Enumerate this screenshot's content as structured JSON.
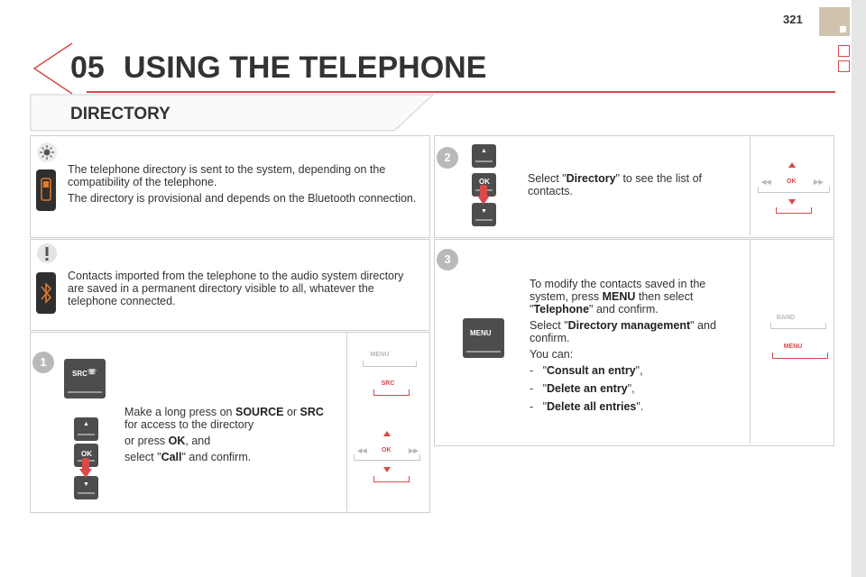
{
  "page": {
    "number": "321"
  },
  "header": {
    "chapter_number": "05",
    "chapter_title": "USING THE TELEPHONE",
    "section_title": "DIRECTORY"
  },
  "note_tip": {
    "p1": "The telephone directory is sent to the system, depending on the compatibility of the telephone.",
    "p2": "The directory is provisional and depends on the Bluetooth connection."
  },
  "note_warning": {
    "p1": "Contacts imported from the telephone to the audio system directory are saved in a permanent directory visible to all, whatever the telephone connected."
  },
  "step1": {
    "number": "1",
    "line1_pre": "Make a long press on ",
    "line1_b1": "SOURCE",
    "line1_mid": " or ",
    "line1_b2": "SRC",
    "line1_post": "for access to the directory",
    "line2_pre": "or press ",
    "line2_b": "OK",
    "line2_post": ", and",
    "line3_pre": "select \"",
    "line3_b": "Call",
    "line3_post": "\" and confirm.",
    "btn_src": "SRC",
    "btn_ok": "OK",
    "diagram_menu": "MENU",
    "diagram_src": "SRC",
    "diagram_ok": "OK"
  },
  "step2": {
    "number": "2",
    "pre": "Select \"",
    "b": "Directory",
    "post": "\" to see the list of contacts.",
    "btn_ok": "OK",
    "diagram_ok": "OK"
  },
  "step3": {
    "number": "3",
    "p1_pre": "To modify the contacts saved in the system, press ",
    "p1_b1": "MENU",
    "p1_mid": " then select \"",
    "p1_b2": "Telephone",
    "p1_post": "\" and confirm.",
    "p2_pre": "Select \"",
    "p2_b": "Directory management",
    "p2_post": "\" and confirm.",
    "p3": "You can:",
    "items": [
      {
        "dash": "-",
        "pre": "\"",
        "b": "Consult an entry",
        "post": "\","
      },
      {
        "dash": "-",
        "pre": "\"",
        "b": "Delete an entry",
        "post": "\","
      },
      {
        "dash": "-",
        "pre": "\"",
        "b": "Delete all entries",
        "post": "\"."
      }
    ],
    "btn_menu": "MENU",
    "diagram_band": "BAND",
    "diagram_menu": "MENU"
  },
  "icons": {
    "tip": "sun-icon",
    "warning": "exclamation-icon",
    "phone": "phone-icon",
    "bluetooth": "bluetooth-icon"
  },
  "colors": {
    "accent": "#d84a4a",
    "panel_border": "#cfcfcf",
    "step_circle": "#b9b9b9"
  }
}
